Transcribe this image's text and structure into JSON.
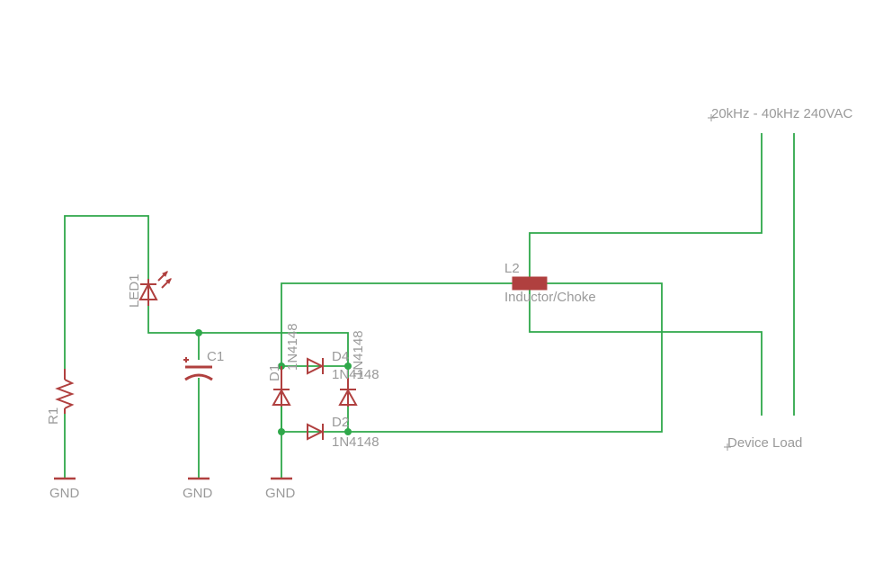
{
  "schematic": {
    "labels": {
      "r1": "R1",
      "led1": "LED1",
      "c1": "C1",
      "d1_name": "D1",
      "d1_value": "1N4148",
      "d2_name": "D2",
      "d2_value": "1N4148",
      "d3_value": "1N4148",
      "d4_name": "D4",
      "d4_value": "1N4148",
      "l2_name": "L2",
      "l2_value": "Inductor/Choke",
      "gnd_r1": "GND",
      "gnd_c1": "GND",
      "gnd_bridge": "GND",
      "source": "20kHz - 40kHz 240VAC",
      "load": "Device Load"
    },
    "colors": {
      "wire": "#2fa84a",
      "part": "#b0403f",
      "text": "#9a9a9a"
    }
  }
}
